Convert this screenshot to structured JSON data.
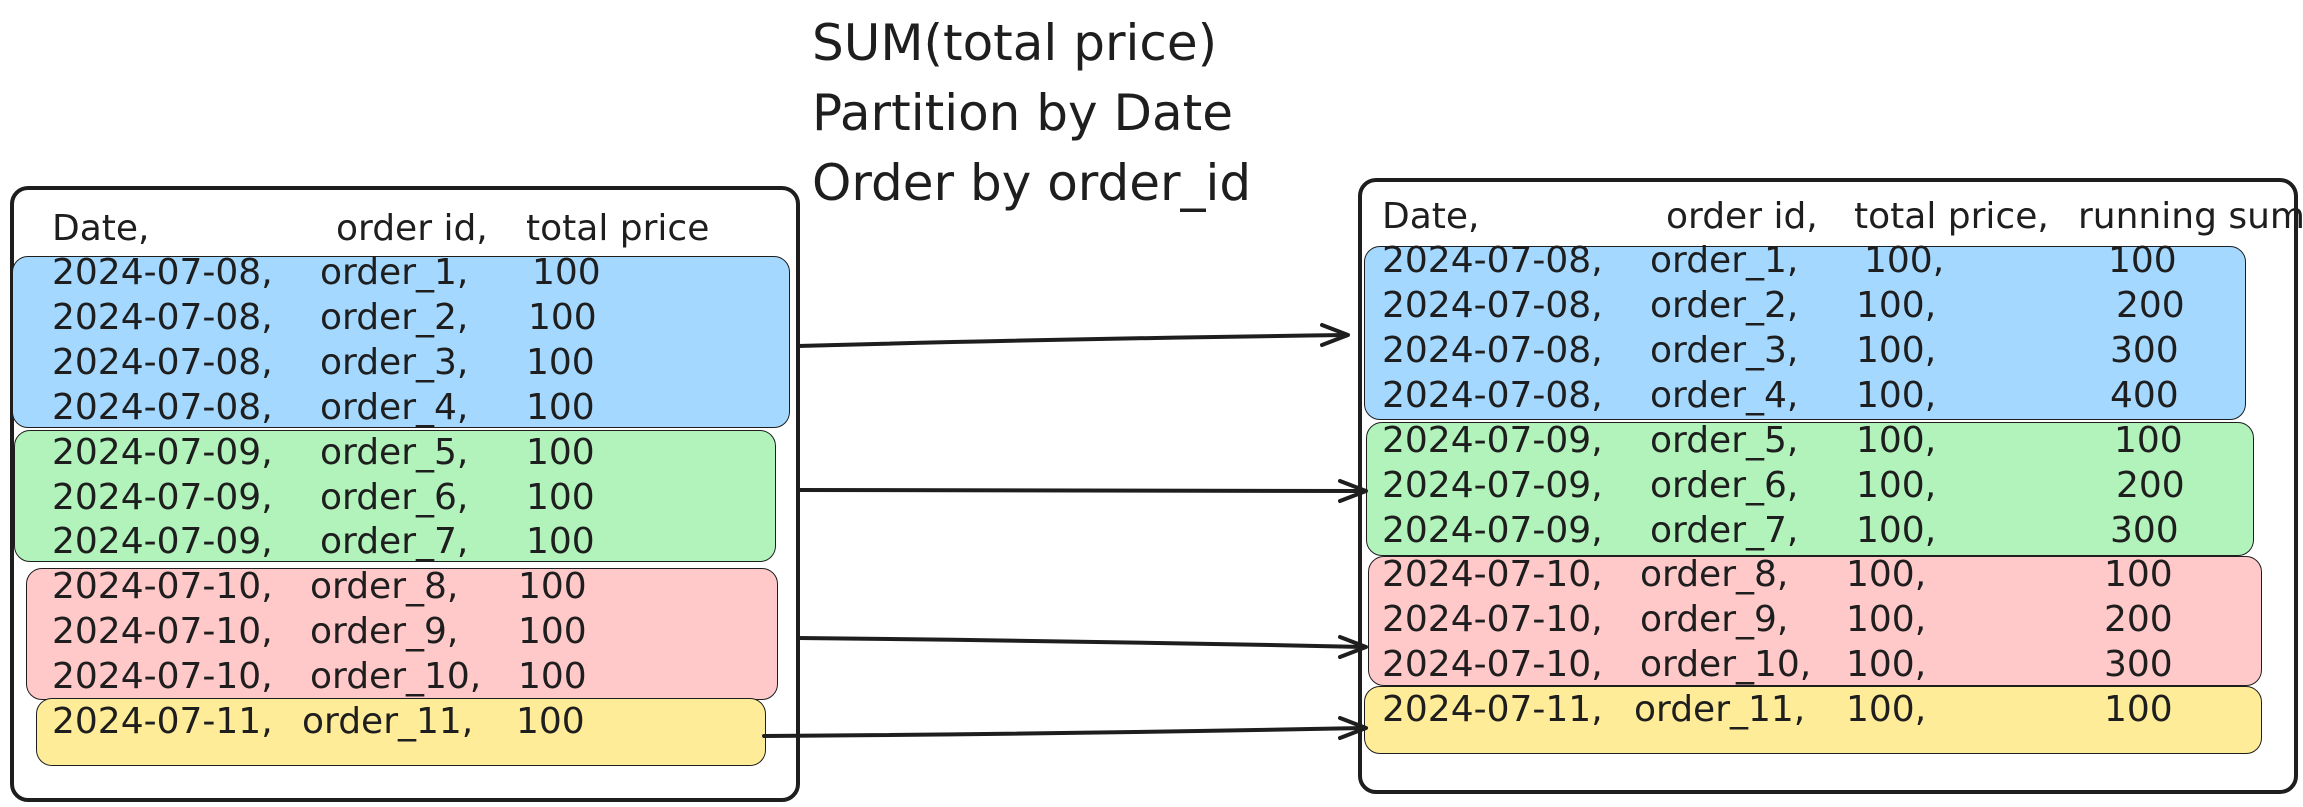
{
  "title_lines": [
    "SUM(total price)",
    "Partition by Date",
    "Order by order_id"
  ],
  "left_table": {
    "headers": [
      "Date,",
      "order id,",
      "total price"
    ],
    "rows": [
      [
        "2024-07-08,",
        "order_1,",
        "100"
      ],
      [
        "2024-07-08,",
        "order_2,",
        "100"
      ],
      [
        "2024-07-08,",
        "order_3,",
        "100"
      ],
      [
        "2024-07-08,",
        "order_4,",
        "100"
      ],
      [
        "2024-07-09,",
        "order_5,",
        "100"
      ],
      [
        "2024-07-09,",
        "order_6,",
        "100"
      ],
      [
        "2024-07-09,",
        "order_7,",
        "100"
      ],
      [
        "2024-07-10,",
        "order_8,",
        "100"
      ],
      [
        "2024-07-10,",
        "order_9,",
        "100"
      ],
      [
        "2024-07-10,",
        "order_10,",
        "100"
      ],
      [
        "2024-07-11,",
        "order_11,",
        "100"
      ]
    ]
  },
  "right_table": {
    "headers": [
      "Date,",
      "order id,",
      "total price,",
      "running sum"
    ],
    "rows": [
      [
        "2024-07-08,",
        "order_1,",
        "100,",
        "100"
      ],
      [
        "2024-07-08,",
        "order_2,",
        "100,",
        "200"
      ],
      [
        "2024-07-08,",
        "order_3,",
        "100,",
        "300"
      ],
      [
        "2024-07-08,",
        "order_4,",
        "100,",
        "400"
      ],
      [
        "2024-07-09,",
        "order_5,",
        "100,",
        "100"
      ],
      [
        "2024-07-09,",
        "order_6,",
        "100,",
        "200"
      ],
      [
        "2024-07-09,",
        "order_7,",
        "100,",
        "300"
      ],
      [
        "2024-07-10,",
        "order_8,",
        "100,",
        "100"
      ],
      [
        "2024-07-10,",
        "order_9,",
        "100,",
        "200"
      ],
      [
        "2024-07-10,",
        "order_10,",
        "100,",
        "300"
      ],
      [
        "2024-07-11,",
        "order_11,",
        "100,",
        "100"
      ]
    ]
  },
  "partition_colors": {
    "2024-07-08": "#a5d8ff",
    "2024-07-09": "#b2f2bb",
    "2024-07-10": "#ffc9c9",
    "2024-07-11": "#ffec99"
  }
}
